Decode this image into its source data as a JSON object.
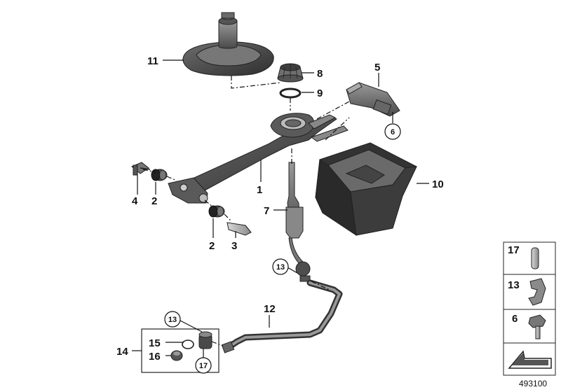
{
  "callouts": {
    "c1": "1",
    "c2a": "2",
    "c2b": "2",
    "c3": "3",
    "c4": "4",
    "c5": "5",
    "c6": "6",
    "c7": "7",
    "c8": "8",
    "c9": "9",
    "c10": "10",
    "c11": "11",
    "c12": "12",
    "c13a": "13",
    "c13b": "13",
    "c14": "14",
    "c15": "15",
    "c16": "16",
    "c17": "17"
  },
  "legend": {
    "item1": "17",
    "item2": "13",
    "item3": "6"
  },
  "reference_number": "493100"
}
